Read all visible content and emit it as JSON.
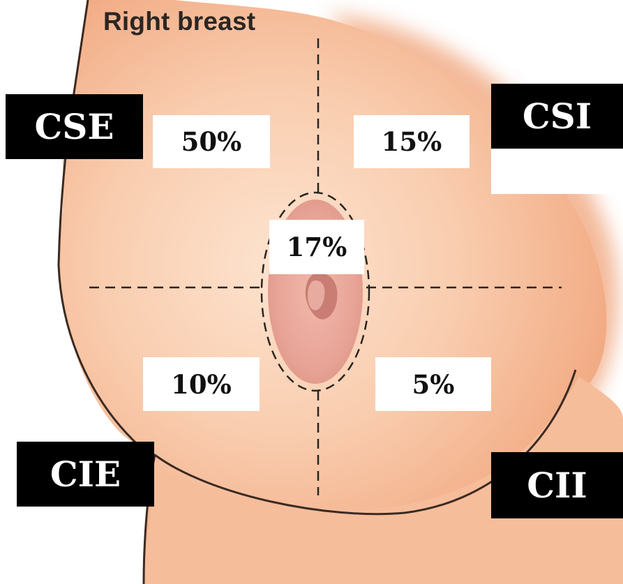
{
  "title": "Right breast",
  "percentages": {
    "upper_outer": "50%",
    "upper_inner": "15%",
    "central": "17%",
    "lower_outer": "10%",
    "lower_inner": "5%"
  },
  "quadrants": {
    "cse": "CSE",
    "csi": "CSI",
    "cie": "CIE",
    "cii": "CII"
  },
  "colors": {
    "skin": "#f7c3a1",
    "skin_dark": "#e59a74",
    "areola": "#e7a698",
    "nipple": "#cf7f76",
    "label_bg": "#000000"
  }
}
